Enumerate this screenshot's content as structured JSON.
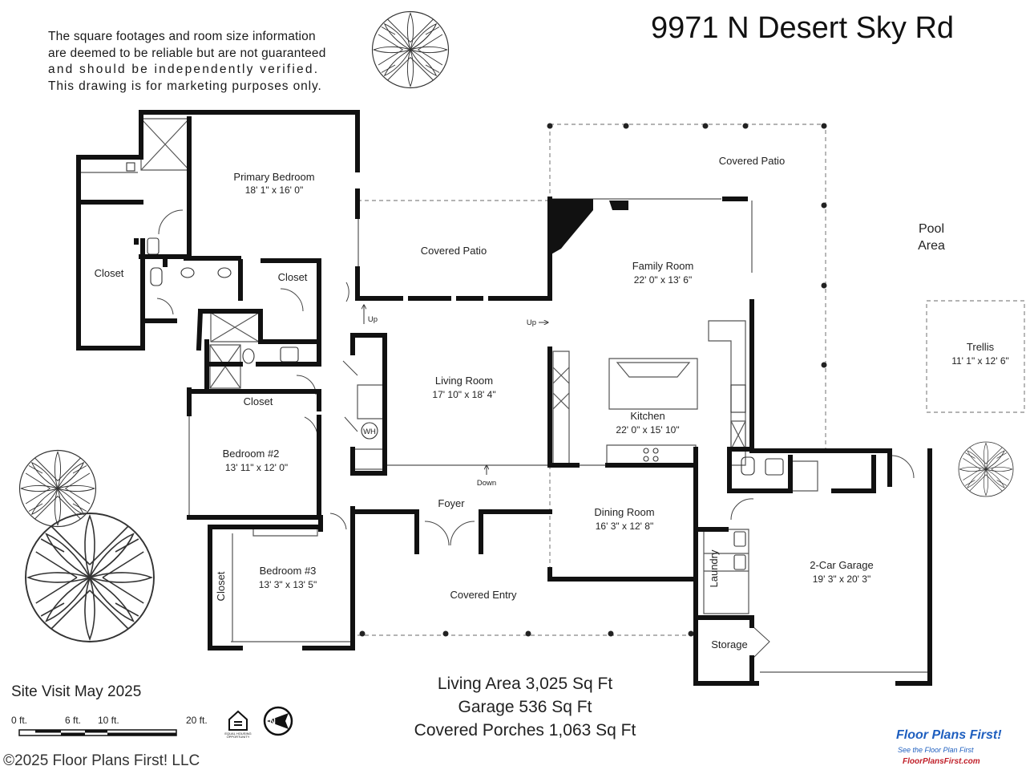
{
  "header": {
    "address": "9971 N Desert Sky Rd",
    "disclaimer": [
      "The square footages and room size information",
      "are deemed to be reliable but are not guaranteed",
      "and should be independently verified.",
      "This drawing is for marketing purposes only."
    ]
  },
  "rooms": {
    "primary_bedroom": {
      "name": "Primary Bedroom",
      "size": "18' 1\" x 16' 0\""
    },
    "closet_left": {
      "name": "Closet"
    },
    "closet_center": {
      "name": "Closet"
    },
    "covered_patio_center": {
      "name": "Covered Patio"
    },
    "covered_patio_top": {
      "name": "Covered Patio"
    },
    "family_room": {
      "name": "Family Room",
      "size": "22' 0\" x 13' 6\""
    },
    "pool_area": {
      "line1": "Pool",
      "line2": "Area"
    },
    "trellis": {
      "name": "Trellis",
      "size": "11' 1\" x 12' 6\""
    },
    "living_room": {
      "name": "Living Room",
      "size": "17' 10\" x 18' 4\""
    },
    "kitchen": {
      "name": "Kitchen",
      "size": "22' 0\" x 15' 10\""
    },
    "closet_bed2": {
      "name": "Closet"
    },
    "bedroom2": {
      "name": "Bedroom #2",
      "size": "13' 11\" x 12' 0\""
    },
    "bedroom3": {
      "name": "Bedroom #3",
      "size": "13' 3\" x 13' 5\""
    },
    "closet_bed3": {
      "name": "Closet"
    },
    "foyer": {
      "name": "Foyer"
    },
    "dining_room": {
      "name": "Dining Room",
      "size": "16' 3\" x 12' 8\""
    },
    "covered_entry": {
      "name": "Covered Entry"
    },
    "laundry": {
      "name": "Laundry"
    },
    "garage": {
      "name": "2-Car Garage",
      "size": "19' 3\" x 20' 3\""
    },
    "storage": {
      "name": "Storage"
    }
  },
  "markers": {
    "up1": "Up",
    "up2": "Up",
    "down": "Down",
    "water_heater": "WH"
  },
  "footer": {
    "site_visit": "Site Visit May 2025",
    "areas": [
      "Living Area 3,025 Sq Ft",
      "Garage 536 Sq Ft",
      "Covered Porches 1,063 Sq Ft"
    ],
    "scale_labels": [
      "0 ft.",
      "6 ft.",
      "10 ft.",
      "20 ft."
    ],
    "copyright": "©2025 Floor Plans First! LLC",
    "logo": {
      "name": "Floor Plans First!",
      "tagline": "See the Floor Plan First",
      "url": "FloorPlansFirst.com"
    },
    "badge_text": [
      "EQUAL HOUSING",
      "OPPORTUNITY"
    ],
    "north_label": "N"
  },
  "colors": {
    "wall": "#111111",
    "line": "#555555",
    "brand_blue": "#1f5fbf",
    "brand_red": "#c0202a"
  }
}
